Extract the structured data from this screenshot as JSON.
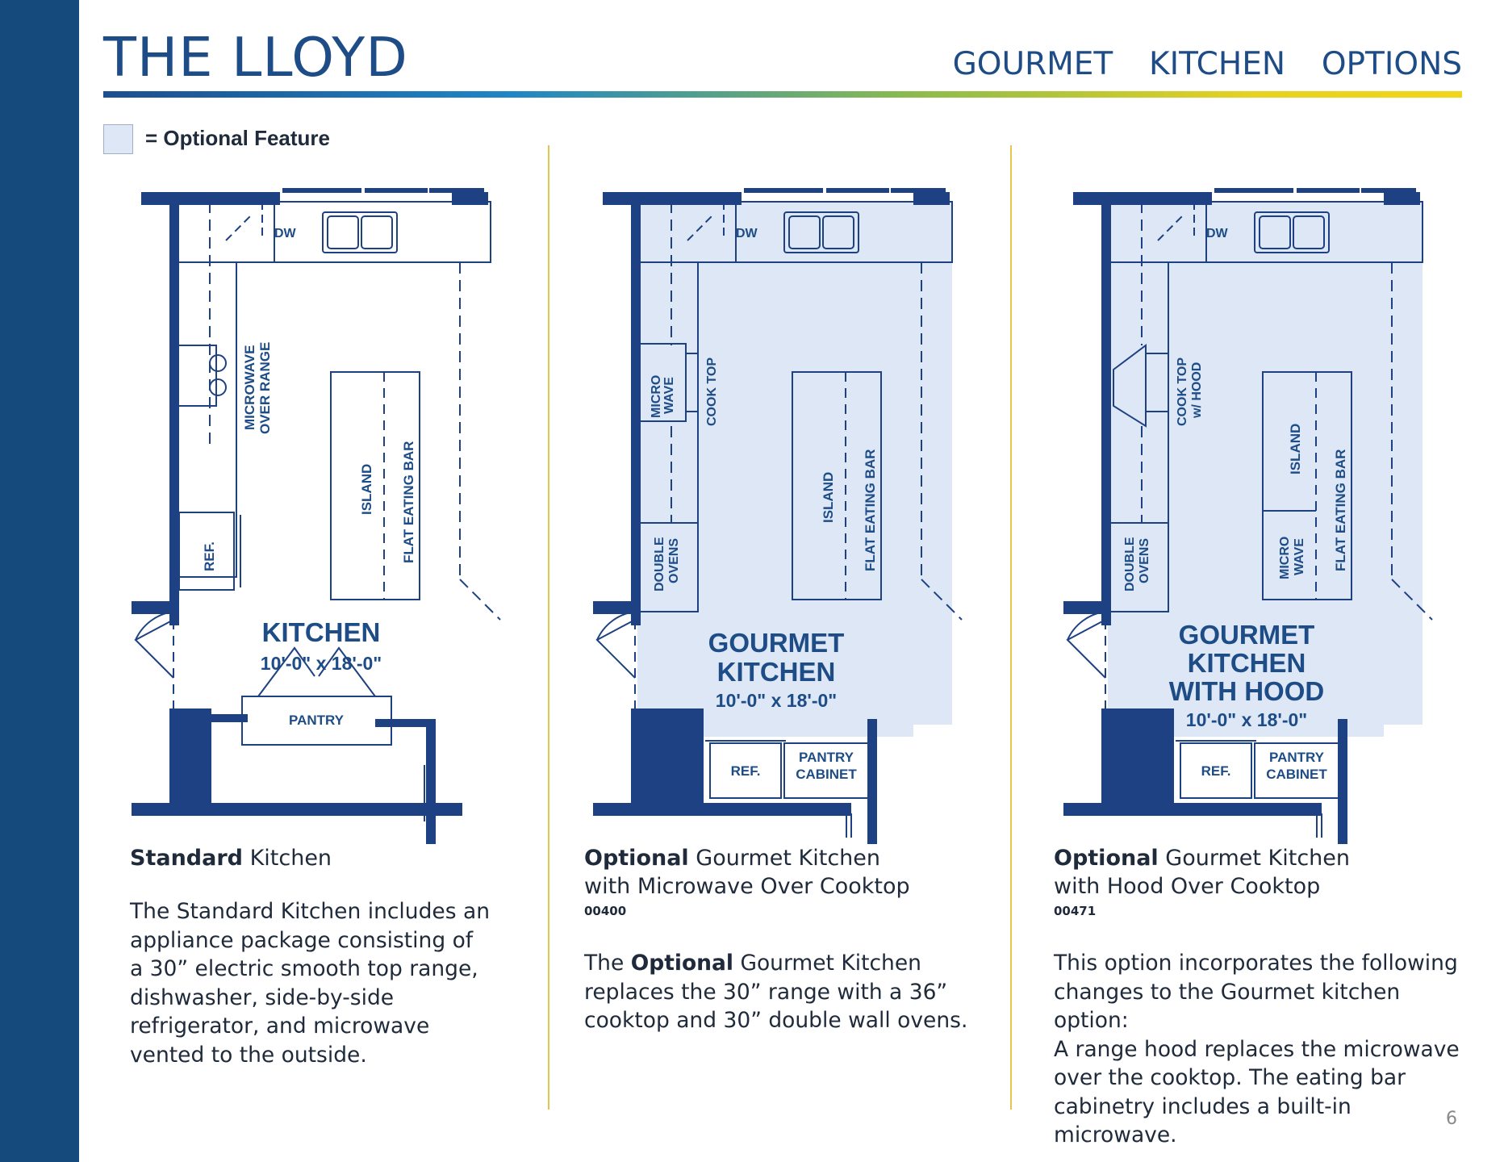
{
  "header": {
    "title": "THE LLOYD",
    "subtitle": "GOURMET  KITCHEN  OPTIONS"
  },
  "legend": {
    "text": "= Optional Feature",
    "swatch_color": "#dde7f5"
  },
  "colors": {
    "wall": "#1d4183",
    "optional_fill": "#dde7f5",
    "accent": "#1d4c86",
    "sidebar": "#154a7c"
  },
  "plans": [
    {
      "room_name": [
        "KITCHEN"
      ],
      "dimensions": "10'-0\" x 18'-0\"",
      "labels": {
        "dw": "DW",
        "appliance": [
          "MICROWAVE",
          "OVER RANGE"
        ],
        "island": "ISLAND",
        "bar": "FLAT EATING BAR",
        "ref": "REF.",
        "pantry": "PANTRY"
      },
      "caption": {
        "head_bold": "Standard",
        "head_rest": " Kitchen",
        "head_line2": "",
        "code": "",
        "body": [
          "The Standard Kitchen includes an",
          "appliance package consisting of",
          "a 30” electric smooth top range,",
          "dishwasher, side-by-side",
          "refrigerator, and microwave",
          "vented to the outside."
        ]
      }
    },
    {
      "room_name": [
        "GOURMET",
        "KITCHEN"
      ],
      "dimensions": "10'-0\" x 18'-0\"",
      "labels": {
        "dw": "DW",
        "micro": [
          "MICRO",
          "WAVE"
        ],
        "cooktop": [
          "COOK TOP"
        ],
        "ovens": [
          "DOUBLE",
          "OVENS"
        ],
        "island": "ISLAND",
        "bar": "FLAT EATING BAR",
        "ref": "REF.",
        "pantry": [
          "PANTRY",
          "CABINET"
        ]
      },
      "caption": {
        "head_bold": "Optional",
        "head_rest": " Gourmet Kitchen",
        "head_line2": "with Microwave Over Cooktop",
        "code": "00400",
        "body_bold": "Optional",
        "body_pre": "The ",
        "body_post": " Gourmet Kitchen",
        "body": [
          "replaces the 30” range with a 36”",
          "cooktop and 30” double wall ovens."
        ]
      }
    },
    {
      "room_name": [
        "GOURMET",
        "KITCHEN",
        "WITH HOOD"
      ],
      "dimensions": "10'-0\" x 18'-0\"",
      "labels": {
        "dw": "DW",
        "cooktop": [
          "COOK TOP",
          "w/ HOOD"
        ],
        "ovens": [
          "DOUBLE",
          "OVENS"
        ],
        "island": "ISLAND",
        "micro": [
          "MICRO",
          "WAVE"
        ],
        "bar": "FLAT EATING BAR",
        "ref": "REF.",
        "pantry": [
          "PANTRY",
          "CABINET"
        ]
      },
      "caption": {
        "head_bold": "Optional",
        "head_rest": " Gourmet Kitchen",
        "head_line2": "with Hood Over Cooktop",
        "code": "00471",
        "body": [
          "This option incorporates the following",
          "changes to the Gourmet kitchen option:",
          "A range hood replaces the microwave",
          "over the cooktop. The eating bar",
          "cabinetry includes a built-in microwave."
        ]
      }
    }
  ],
  "page_number": "6"
}
